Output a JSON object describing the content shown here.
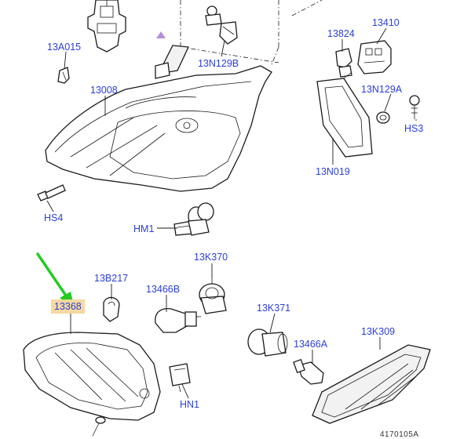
{
  "labels": {
    "13A015": "13A015",
    "13008": "13008",
    "13N129B": "13N129B",
    "13824": "13824",
    "13410": "13410",
    "13N129A": "13N129A",
    "HS3": "HS3",
    "13N019": "13N019",
    "HS4": "HS4",
    "HM1": "HM1",
    "13B217": "13B217",
    "13K370": "13K370",
    "13466B": "13466B",
    "13368": "13368",
    "13K371": "13K371",
    "13466A": "13466A",
    "13K309": "13K309",
    "HN1": "HN1"
  },
  "reference": "4170105A",
  "colors": {
    "label": "#2a3fd6",
    "highlight": "#f6d9a0",
    "arrow": "#22cc22",
    "marker": "#b48fd6"
  }
}
